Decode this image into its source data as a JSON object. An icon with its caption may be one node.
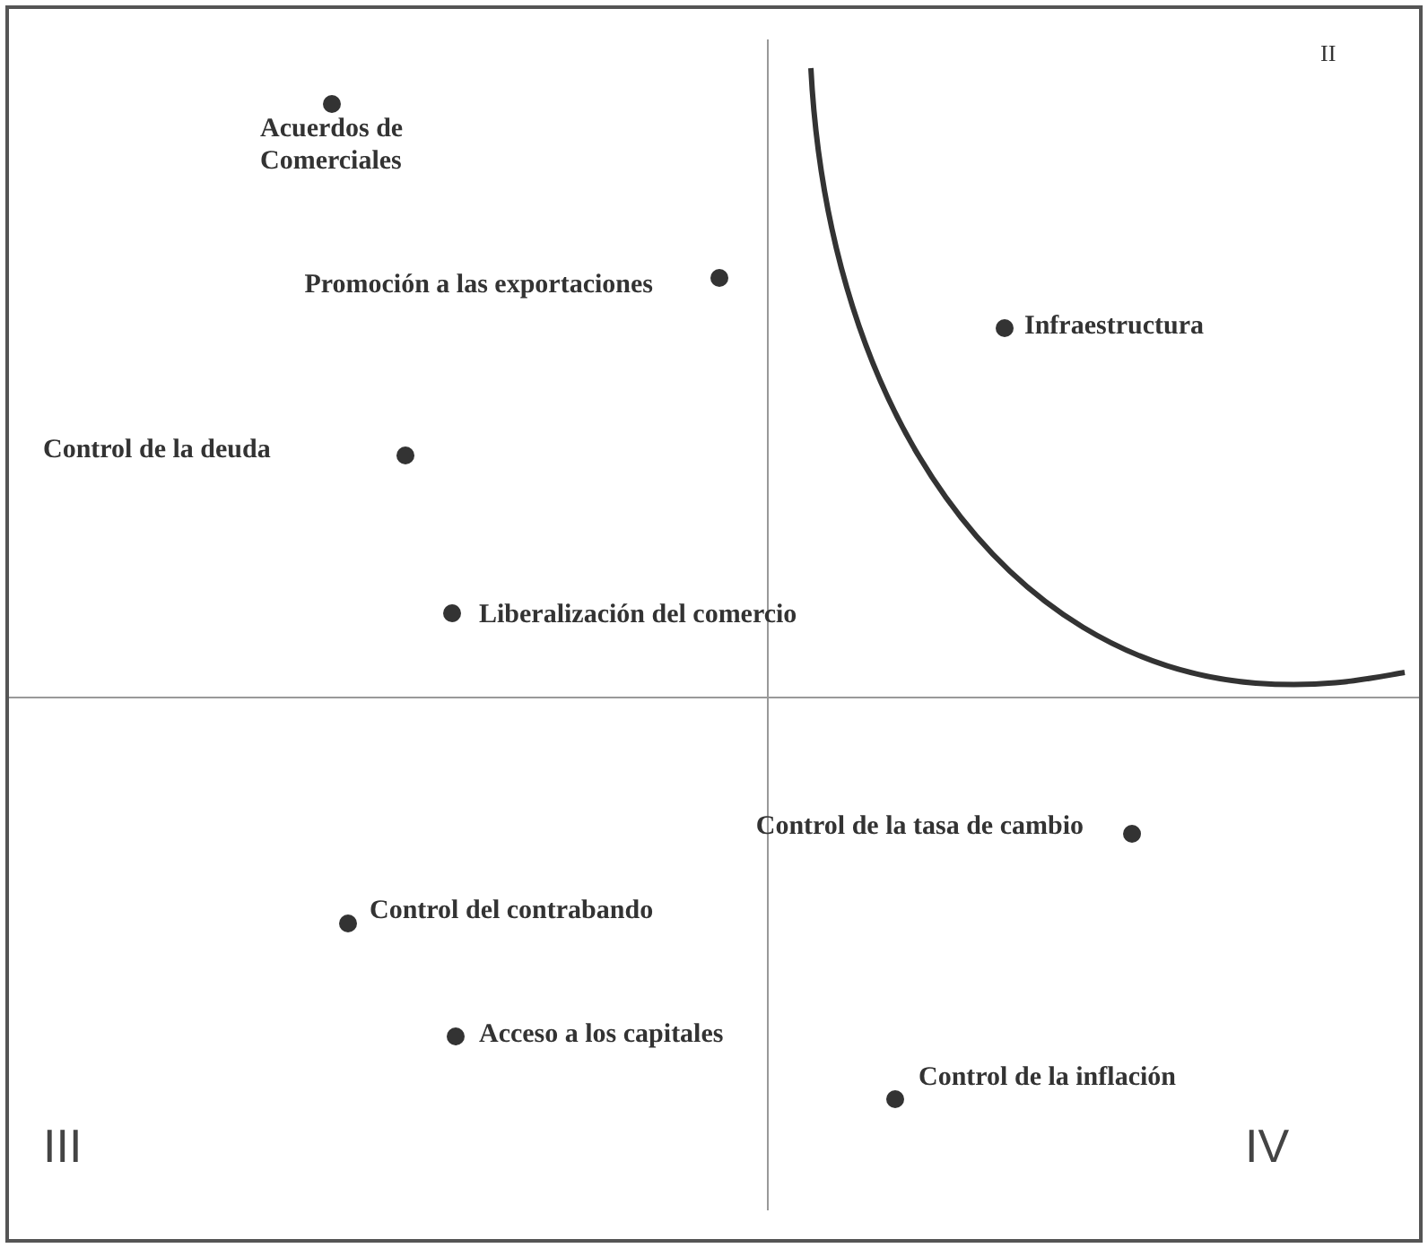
{
  "diagram": {
    "labels": [
      "II",
      "Acuerdos de Comerciales",
      "Promoción a las exportaciones",
      "Infraestructura",
      "Control de la deuda",
      "Liberalización del comercio",
      "Control de la tasa de cambio",
      "Control del contrabando",
      "Acceso a los capitales",
      "Control de la inflación",
      "III",
      "IV"
    ]
  }
}
